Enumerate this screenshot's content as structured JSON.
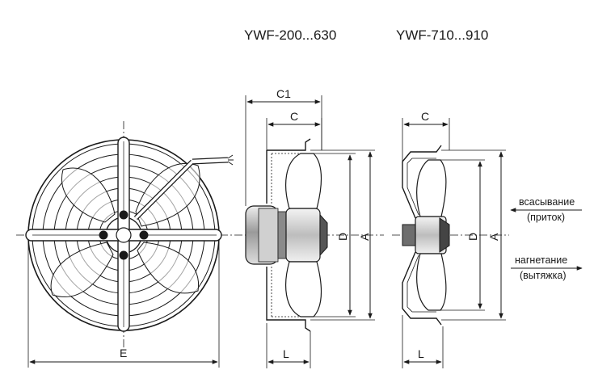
{
  "titles": {
    "left": "YWF-200...630",
    "right": "YWF-710...910"
  },
  "dimensions": {
    "C1": "C1",
    "C": "C",
    "D": "D",
    "A": "A",
    "L": "L",
    "E": "E"
  },
  "airflow": {
    "intake_line1": "всасывание",
    "intake_line2": "(приток)",
    "exhaust_line1": "нагнетание",
    "exhaust_line2": "(вытяжка)"
  }
}
